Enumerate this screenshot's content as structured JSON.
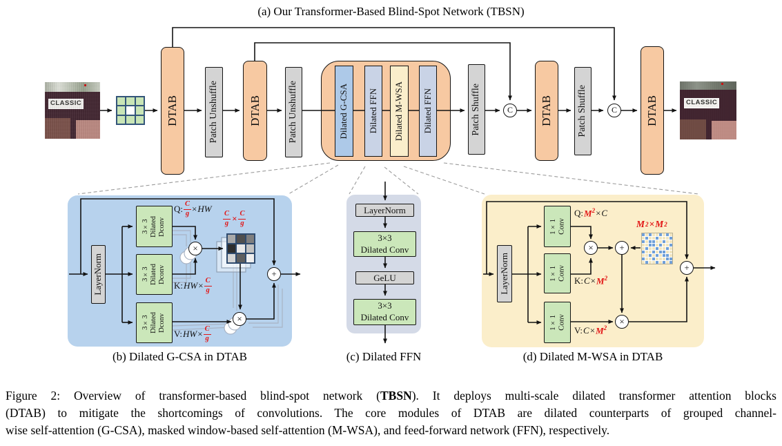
{
  "title_a": "(a) Our Transformer-Based Blind-Spot Network (TBSN)",
  "images": {
    "input_label": "CLASSIC",
    "output_label": "CLASSIC"
  },
  "pipeline": {
    "dtab1": "DTAB",
    "patch_unshuffle1": "Patch Unshuffle",
    "dtab2": "DTAB",
    "patch_unshuffle2": "Patch Unshuffle",
    "module_gcsa": "Dilated G-CSA",
    "module_ffn1": "Dilated FFN",
    "module_mwsa": "Dilated M-WSA",
    "module_ffn2": "Dilated FFN",
    "patch_shuffle1": "Patch Shuffle",
    "dtab3": "DTAB",
    "patch_shuffle2": "Patch Shuffle",
    "dtab4": "DTAB",
    "concat": "C"
  },
  "operators": {
    "multiply": "×",
    "add": "+"
  },
  "panel_b": {
    "caption": "(b) Dilated G-CSA in DTAB",
    "layernorm": "LayerNorm",
    "dconv": "3×3\nDilated\nDconv",
    "label_q": "Q: ",
    "label_k": "K: ",
    "label_v": "V: ",
    "hw": "HW",
    "times": "×",
    "frac_num": "C",
    "frac_den": "g",
    "attn_cells": [
      "#a9a9a9",
      "#4f4f4f",
      "#7f7f7f",
      "#2e2e2e",
      "#e8e8e8",
      "#c2c2c2",
      "#d5d5d5",
      "#5f5f5f",
      "#efefef"
    ]
  },
  "panel_c": {
    "caption": "(c) Dilated FFN",
    "layernorm": "LayerNorm",
    "conv1": "3×3\nDilated Conv",
    "gelu": "GeLU",
    "conv2": "3×3\nDilated Conv"
  },
  "panel_d": {
    "caption": "(d) Dilated M-WSA in DTAB",
    "layernorm": "LayerNorm",
    "conv": "1×1\nConv",
    "label_q": "Q: ",
    "label_k": "K: ",
    "label_v": "V: ",
    "m": "M",
    "sup2": "2",
    "c_sym": "C",
    "times": "×",
    "mask_grid": [
      [
        1,
        0,
        1,
        0,
        0,
        1,
        0,
        1,
        0
      ],
      [
        0,
        1,
        0,
        0,
        1,
        0,
        0,
        0,
        1
      ],
      [
        1,
        0,
        1,
        1,
        0,
        0,
        1,
        0,
        0
      ],
      [
        0,
        0,
        1,
        1,
        0,
        1,
        0,
        0,
        1
      ],
      [
        0,
        1,
        0,
        0,
        1,
        0,
        0,
        1,
        0
      ],
      [
        1,
        0,
        0,
        1,
        0,
        1,
        1,
        0,
        0
      ],
      [
        0,
        0,
        1,
        0,
        1,
        0,
        1,
        1,
        0
      ],
      [
        1,
        0,
        0,
        1,
        0,
        0,
        0,
        1,
        1
      ],
      [
        0,
        1,
        0,
        0,
        1,
        0,
        1,
        0,
        1
      ]
    ]
  },
  "figure_caption": {
    "line1_before": "Figure 2: Overview of transformer-based blind-spot network (",
    "line1_bold": "TBSN",
    "line1_after": "). It deploys multi-scale dilated transformer attention blocks",
    "line2": "(DTAB) to mitigate the shortcomings of convolutions. The core modules of DTAB are dilated counterparts of grouped channel-",
    "line3": "wise self-attention (G-CSA), masked window-based self-attention (M-WSA), and feed-forward network (FFN), respectively."
  },
  "colors": {
    "dtab_orange": "#f7c9a2",
    "block_gray": "#d4d4d4",
    "conv_green": "#cbe7ba",
    "gcsa_blue": "#adc9e8",
    "ffn_blue": "#c9d3e6",
    "mwsa_yellow": "#faeecb",
    "panel_b_bg": "#b7d2ed",
    "panel_c_bg": "#d4dae7",
    "panel_d_bg": "#fbeeca",
    "math_red": "#e21414",
    "grid_border": "#2f4b6e",
    "mask_blue": "#6f9fd8",
    "mask_yellow": "#f2e6c0",
    "blindspot_green": "#c9e5b6"
  }
}
